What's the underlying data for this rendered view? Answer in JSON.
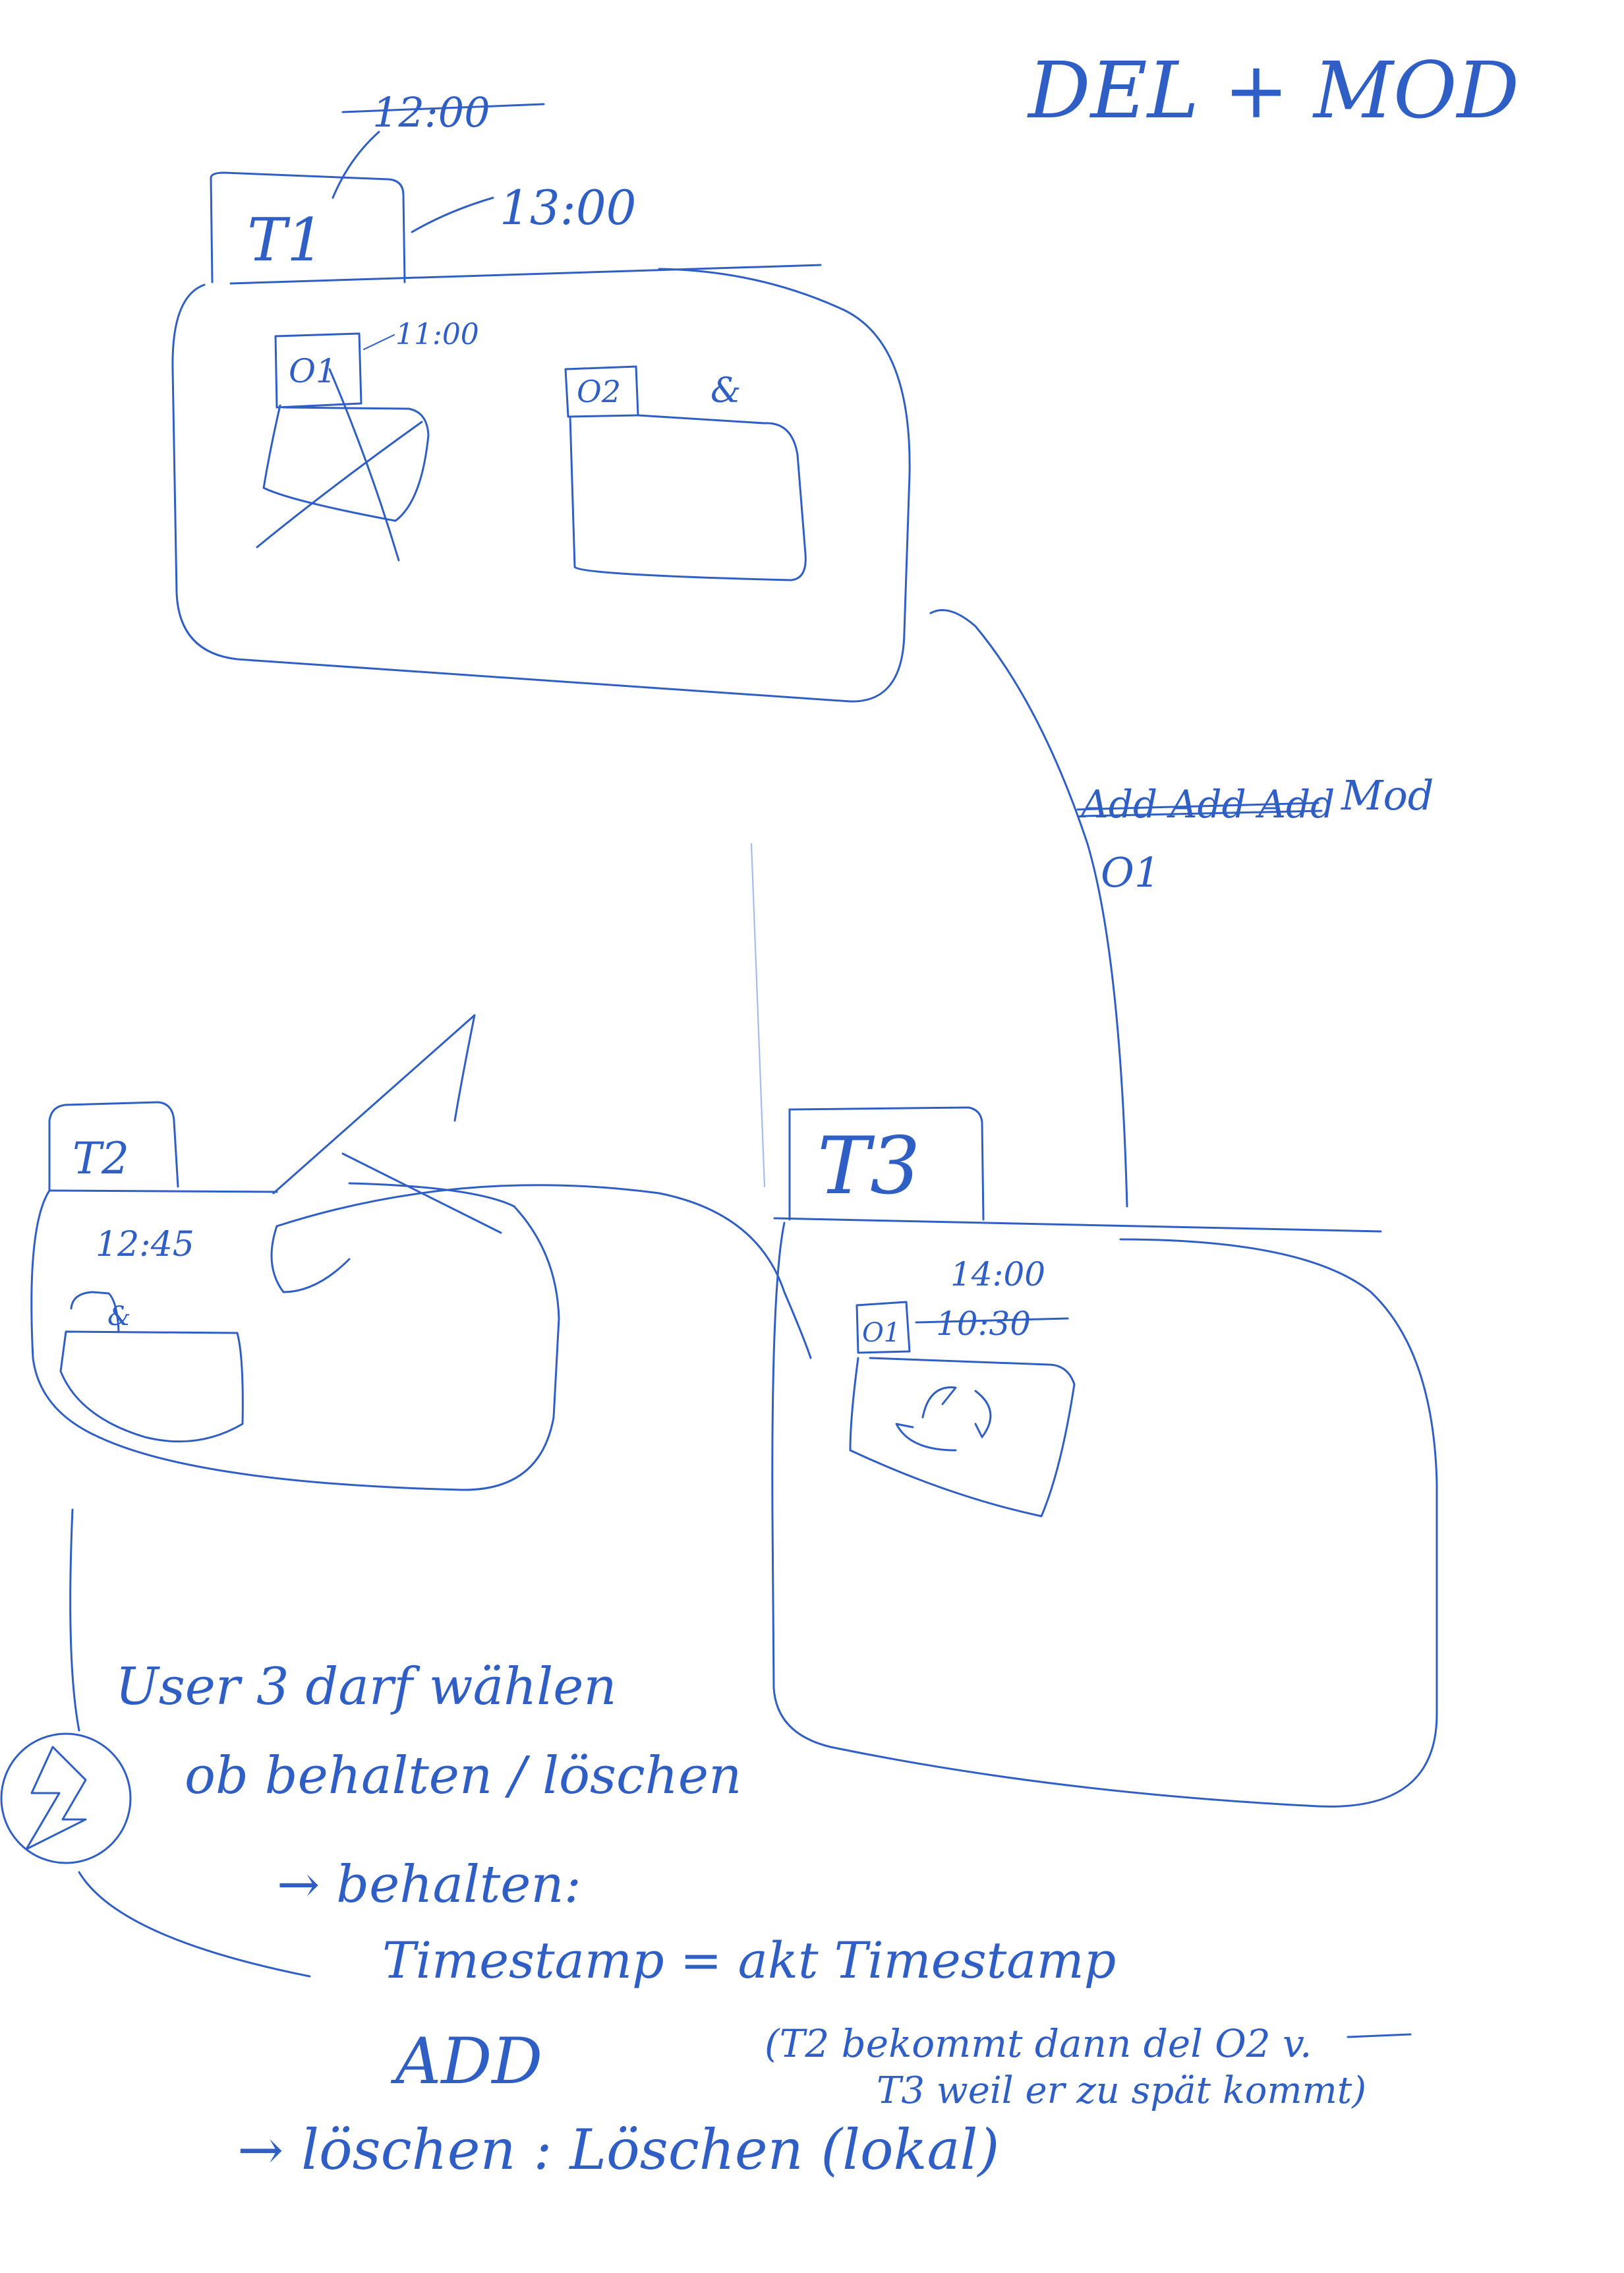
{
  "title": "DEL + MOD",
  "ink_color": "#2f5fc4",
  "t1": {
    "label": "T1",
    "time_old": "12:00",
    "time_new": "13:00",
    "o1": {
      "label": "O1",
      "time": "11:00"
    },
    "o2": {
      "label": "O2",
      "mark": "&"
    }
  },
  "arrow_t1_t3": {
    "crossed": "Add Add Add",
    "label": "Mod",
    "object": "O1"
  },
  "t2": {
    "label": "T2",
    "time": "12:45",
    "object_mark": "&"
  },
  "t3": {
    "label": "T3",
    "o1": {
      "label": "O1",
      "time": "14:00",
      "time_crossed": "10:30"
    }
  },
  "notes": {
    "line1": "User 3 darf wählen",
    "line2": "ob behalten / löschen",
    "behalten": "→ behalten:",
    "timestamp": "Timestamp = akt Timestamp",
    "add": "ADD",
    "paren_line1": "(T2 bekommt dann del O2 v.",
    "paren_line2": "T3 weil er zu spät kommt)",
    "loeschen": "→ löschen : Löschen (lokal)"
  }
}
